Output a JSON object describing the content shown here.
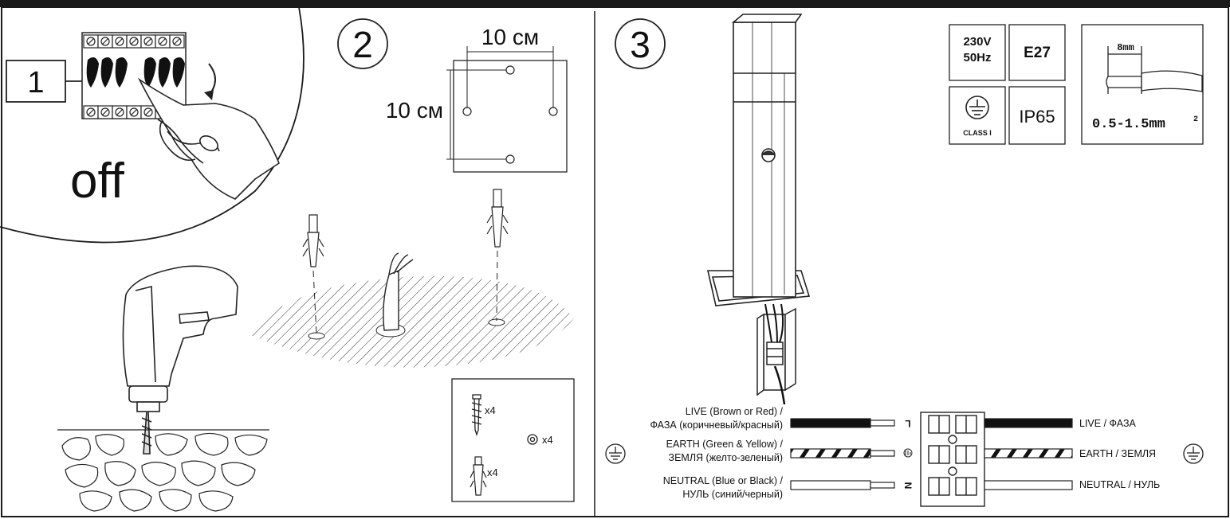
{
  "step1": {
    "number": "1",
    "label": "off"
  },
  "step2": {
    "number": "2",
    "dim_horizontal": "10 см",
    "dim_vertical": "10 см"
  },
  "parts": {
    "screw_qty": "x4",
    "washer_qty": "x4",
    "anchor_qty": "x4"
  },
  "step3": {
    "number": "3"
  },
  "specs": {
    "voltage": "230V",
    "frequency": "50Hz",
    "socket": "E27",
    "protection_class": "CLASS I",
    "ip_rating": "IP65",
    "strip_length": "8mm",
    "wire_section": "0.5-1.5mm",
    "wire_section_sup": "2"
  },
  "wiring": {
    "live_left_1": "LIVE (Brown or Red) /",
    "live_left_2": "ФАЗА (коричневый/красный)",
    "earth_left_1": "EARTH (Green & Yellow) /",
    "earth_left_2": "ЗЕМЛЯ (желто-зеленый)",
    "neutral_left_1": "NEUTRAL (Blue or Black) /",
    "neutral_left_2": "НУЛЬ (синий/черный)",
    "live_mark": "L",
    "neutral_mark": "N",
    "live_right": "LIVE / ФАЗА",
    "earth_right": "EARTH / ЗЕМЛЯ",
    "neutral_right": "NEUTRAL / НУЛЬ"
  },
  "colors": {
    "line": "#1a1a1a",
    "header_bar": "#1a1a1a",
    "panel_bg": "#ffffff"
  }
}
